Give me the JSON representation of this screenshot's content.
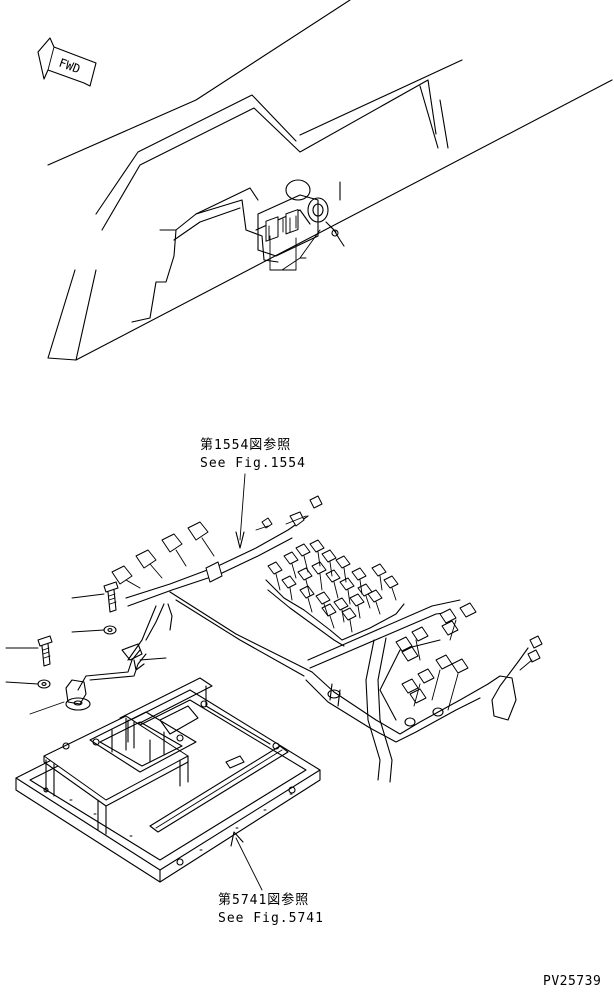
{
  "direction_marker": {
    "label": "FWD"
  },
  "references": [
    {
      "jp": "第1554図参照",
      "en": "See Fig.1554"
    },
    {
      "jp": "第5741図参照",
      "en": "See Fig.5741"
    }
  ],
  "drawing_id": "PV25739"
}
